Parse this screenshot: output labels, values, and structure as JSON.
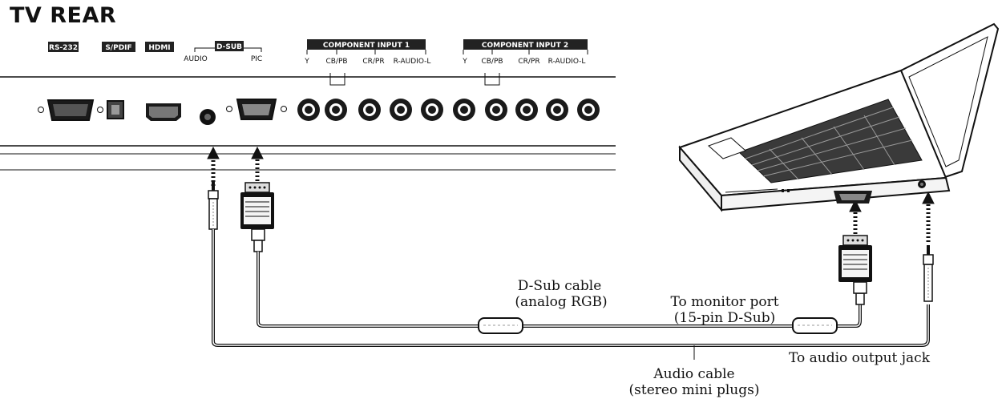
{
  "title": "TV REAR",
  "panel_labels": {
    "rs232": "RS-232",
    "spdif": "S/PDIF",
    "hdmi": "HDMI",
    "dsub": "D-SUB",
    "audio": "AUDIO",
    "pic": "PIC",
    "comp1": "COMPONENT INPUT 1",
    "comp2": "COMPONENT INPUT 2",
    "y": "Y",
    "cb": "CB/PB",
    "cr": "CR/PR",
    "raudiol": "R-AUDIO-L"
  },
  "callouts": {
    "dsub_cable_1": "D-Sub cable",
    "dsub_cable_2": "(analog RGB)",
    "monitor_port_1": "To monitor port",
    "monitor_port_2": "(15-pin D-Sub)",
    "audio_output": "To audio output jack",
    "audio_cable_1": "Audio cable",
    "audio_cable_2": "(stereo mini plugs)"
  }
}
